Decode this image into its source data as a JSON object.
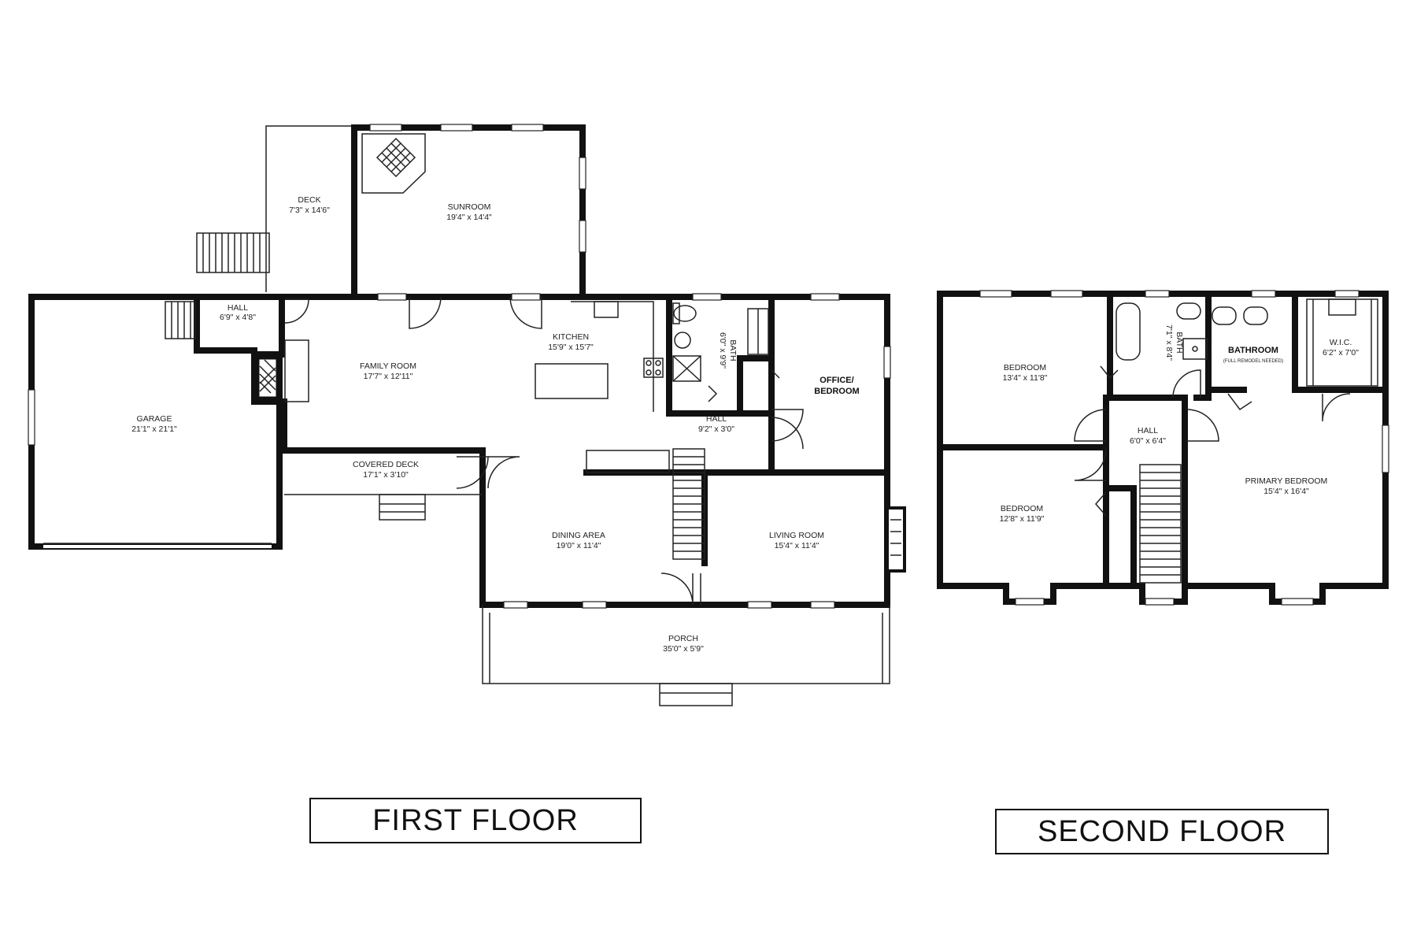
{
  "first_floor": {
    "title": "FIRST FLOOR",
    "rooms": {
      "deck": {
        "name": "DECK",
        "dims": "7'3\" x 14'6\""
      },
      "sunroom": {
        "name": "SUNROOM",
        "dims": "19'4\" x 14'4\""
      },
      "hall_garage": {
        "name": "HALL",
        "dims": "6'9\" x 4'8\""
      },
      "family_room": {
        "name": "FAMILY ROOM",
        "dims": "17'7\" x 12'11\""
      },
      "kitchen": {
        "name": "KITCHEN",
        "dims": "15'9\" x 15'7\""
      },
      "bath": {
        "name": "BATH",
        "dims": "6'0\" x 9'9\""
      },
      "office": {
        "name_line1": "OFFICE/",
        "name_line2": "BEDROOM"
      },
      "hall_center": {
        "name": "HALL",
        "dims": "9'2\" x 3'0\""
      },
      "garage": {
        "name": "GARAGE",
        "dims": "21'1\" x 21'1\""
      },
      "covered_deck": {
        "name": "COVERED DECK",
        "dims": "17'1\" x 3'10\""
      },
      "dining_area": {
        "name": "DINING AREA",
        "dims": "19'0\" x 11'4\""
      },
      "living_room": {
        "name": "LIVING ROOM",
        "dims": "15'4\" x 11'4\""
      },
      "porch": {
        "name": "PORCH",
        "dims": "35'0\" x 5'9\""
      }
    }
  },
  "second_floor": {
    "title": "SECOND FLOOR",
    "rooms": {
      "bedroom_1": {
        "name": "BEDROOM",
        "dims": "13'4\" x 11'8\""
      },
      "bath": {
        "name": "BATH",
        "dims": "7'1\" x 8'4\""
      },
      "bathroom": {
        "name": "BATHROOM",
        "note": "(FULL REMODEL NEEDED)"
      },
      "wic": {
        "name": "W.I.C.",
        "dims": "6'2\" x 7'0\""
      },
      "hall": {
        "name": "HALL",
        "dims": "6'0\" x 6'4\""
      },
      "bedroom_2": {
        "name": "BEDROOM",
        "dims": "12'8\" x 11'9\""
      },
      "primary_bedroom": {
        "name": "PRIMARY BEDROOM",
        "dims": "15'4\" x 16'4\""
      }
    }
  }
}
